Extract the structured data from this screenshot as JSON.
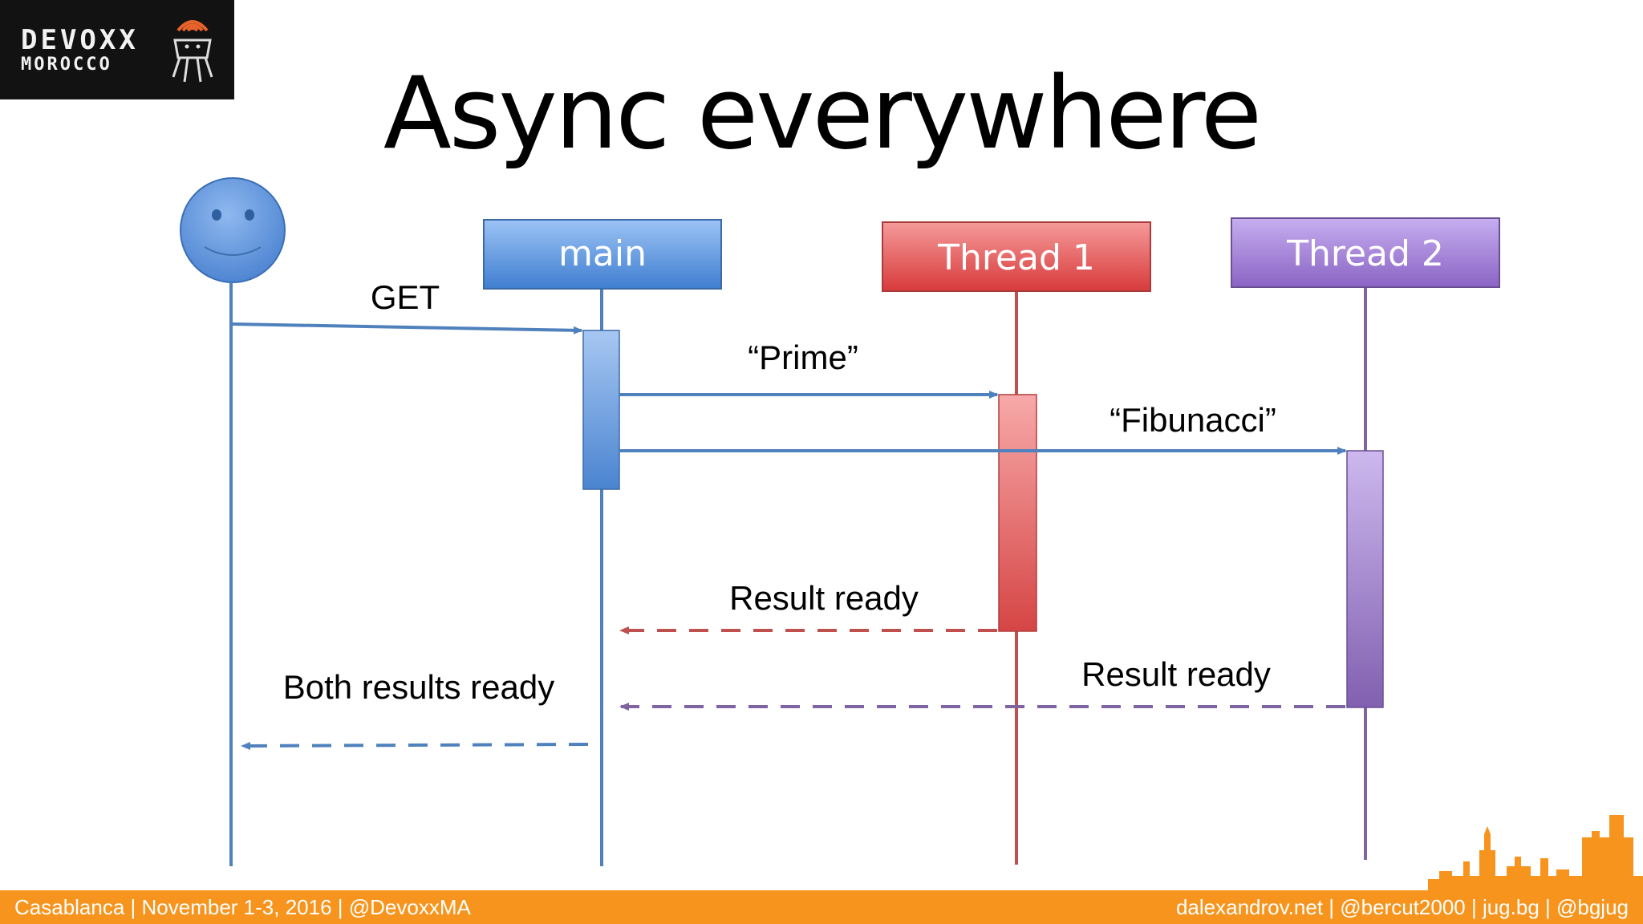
{
  "logo": {
    "line1": "DEVOXX",
    "line2": "MOROCCO"
  },
  "slide": {
    "title": "Async everywhere"
  },
  "diagram": {
    "participants": [
      {
        "id": "user",
        "kind": "actor",
        "label": ""
      },
      {
        "id": "main",
        "kind": "lifeline",
        "label": "main",
        "color": "#4f81bd"
      },
      {
        "id": "thread1",
        "kind": "lifeline",
        "label": "Thread 1",
        "color": "#c0504d"
      },
      {
        "id": "thread2",
        "kind": "lifeline",
        "label": "Thread 2",
        "color": "#8064a2"
      }
    ],
    "messages": [
      {
        "from": "user",
        "to": "main",
        "label": "GET",
        "style": "solid",
        "color": "#4f81bd"
      },
      {
        "from": "main",
        "to": "thread1",
        "label": "“Prime”",
        "style": "solid",
        "color": "#4f81bd"
      },
      {
        "from": "main",
        "to": "thread2",
        "label": "“Fibunacci”",
        "style": "solid",
        "color": "#4f81bd"
      },
      {
        "from": "thread1",
        "to": "main",
        "label": "Result ready",
        "style": "dashed",
        "color": "#c0504d"
      },
      {
        "from": "thread2",
        "to": "main",
        "label": "Result ready",
        "style": "dashed",
        "color": "#8064a2"
      },
      {
        "from": "main",
        "to": "user",
        "label": "Both results ready",
        "style": "dashed",
        "color": "#4f81bd"
      }
    ]
  },
  "footer": {
    "left": "Casablanca | November 1-3, 2016 | @DevoxxMA",
    "right": "dalexandrov.net | @bercut2000 | jug.bg | @bgjug"
  }
}
